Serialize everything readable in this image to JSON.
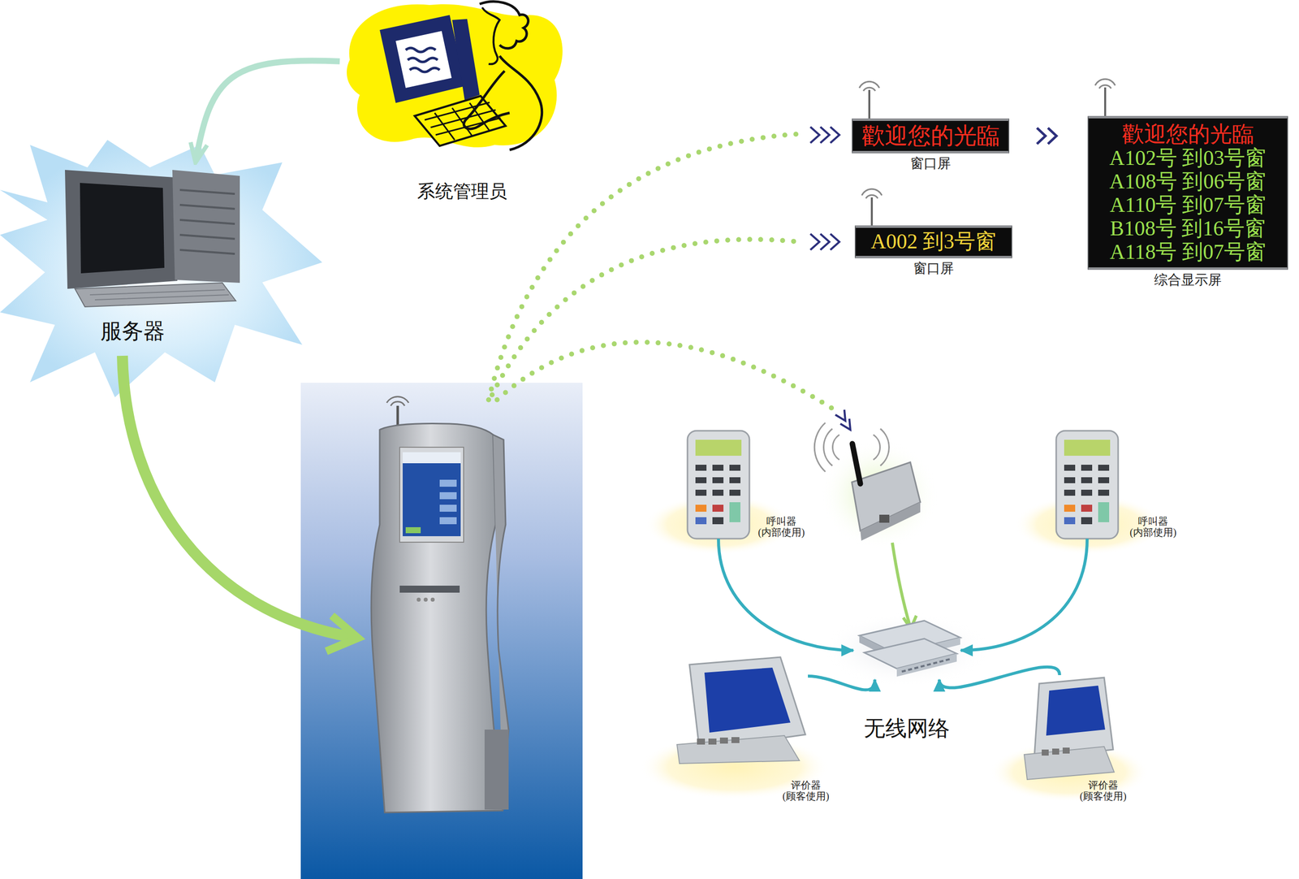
{
  "diagram": {
    "nodes": [
      {
        "text": [
          "系统管理员"
        ]
      },
      {
        "text": [
          "服务器"
        ]
      },
      {
        "text": [
          "歡迎您的光臨",
          "窗口屏"
        ]
      },
      {
        "text": [
          "歡迎您的光臨",
          "A102号 到03号窗",
          "A108号 到06号窗",
          "A110号 到07号窗",
          "B108号 到16号窗",
          "A118号 到07号窗",
          "综合显示屏"
        ]
      },
      {
        "text": [
          "A002 到3号窗",
          "窗口屏"
        ]
      },
      {
        "text": [
          "呼叫器 (内部使用)"
        ]
      },
      {
        "text": [
          "呼叫器 (内部使用)"
        ]
      },
      {
        "text": [
          "无线网络"
        ]
      },
      {
        "text": [
          "评价器 (顾客使用)"
        ]
      },
      {
        "text": [
          "评价器 (顾客使用)"
        ]
      }
    ],
    "edges": [
      {
        "from": 0,
        "to": 1,
        "arrow": "to"
      },
      {
        "from": 2,
        "to": 3,
        "arrow": "to"
      },
      {
        "from": 5,
        "to": 7,
        "arrow": "to"
      },
      {
        "from": 6,
        "to": 7,
        "arrow": "to"
      },
      {
        "from": 8,
        "to": 7,
        "arrow": "to"
      },
      {
        "from": 9,
        "to": 7,
        "arrow": "to"
      }
    ]
  }
}
